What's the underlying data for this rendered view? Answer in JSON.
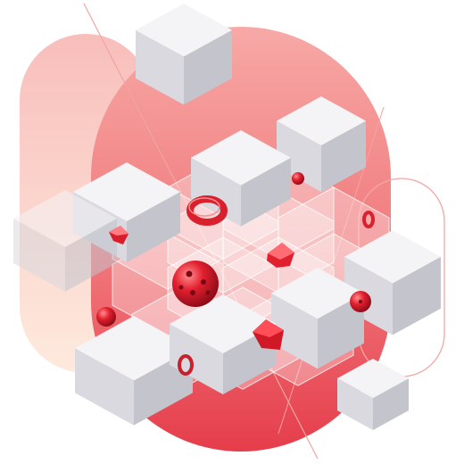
{
  "illustration": {
    "subject": "cube-lattice-with-red-shapes",
    "colors": {
      "background": "#ffffff",
      "blob_light": "#f6b7b3",
      "blob_main": "#f0686e",
      "blob_deep": "#e23a48",
      "cube_top": "#f4f4f6",
      "cube_left": "#d9d9df",
      "cube_right": "#c3c4cc",
      "glass_panel": "#ffffff",
      "accent_red": "#e0202e",
      "accent_red_dark": "#a4101c",
      "accent_red_light": "#ff7c80",
      "outline_stroke": "#f3a7a4"
    },
    "shapes": [
      "cube",
      "glass-cell",
      "red-sphere",
      "red-torus",
      "red-cube",
      "red-pyramid"
    ]
  }
}
